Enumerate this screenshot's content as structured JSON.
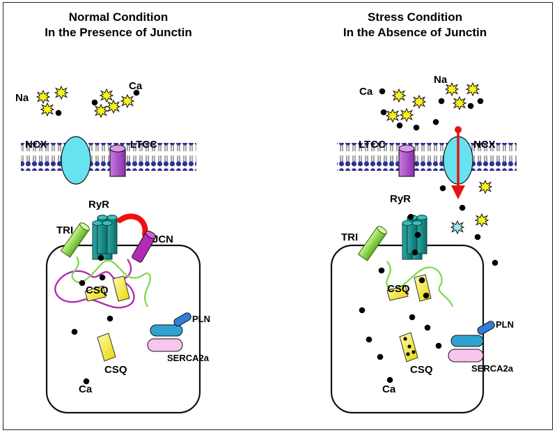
{
  "panels": {
    "normal": {
      "title_line1": "Normal Condition",
      "title_line2": "In the Presence of Junctin",
      "labels": {
        "na": "Na",
        "ca_top": "Ca",
        "ncx": "NCX",
        "ltcc": "LTCC",
        "ryr": "RyR",
        "tri": "TRI",
        "jcn": "JCN",
        "csq_upper": "CSQ",
        "csq_lower": "CSQ",
        "pln": "PLN",
        "serca": "SERCA2a",
        "ca_bottom": "Ca"
      }
    },
    "stress": {
      "title_line1": "Stress Condition",
      "title_line2": "In the Absence of Junctin",
      "labels": {
        "ca_top": "Ca",
        "na": "Na",
        "ltcc": "LTCC",
        "ncx": "NCX",
        "ryr": "RyR",
        "tri": "TRI",
        "csq_upper": "CSQ",
        "csq_lower": "CSQ",
        "pln": "PLN",
        "serca": "SERCA2a",
        "ca_bottom": "Ca"
      }
    }
  },
  "colors": {
    "membrane_head": "#2e3192",
    "ncx": "#67e3ef",
    "ltcc": "#b34fd1",
    "ryr": "#1a8a88",
    "junctin": "#b22bb5",
    "jcn_link": "#ee1111",
    "triadin": "#8ed636",
    "csq": "#f4ee2a",
    "serca": "#f6c6ee",
    "pln": "#2f7fd4",
    "na_ion": "#f8f11e",
    "ca_ion": "#000000",
    "flux_arrow": "#e31414"
  }
}
